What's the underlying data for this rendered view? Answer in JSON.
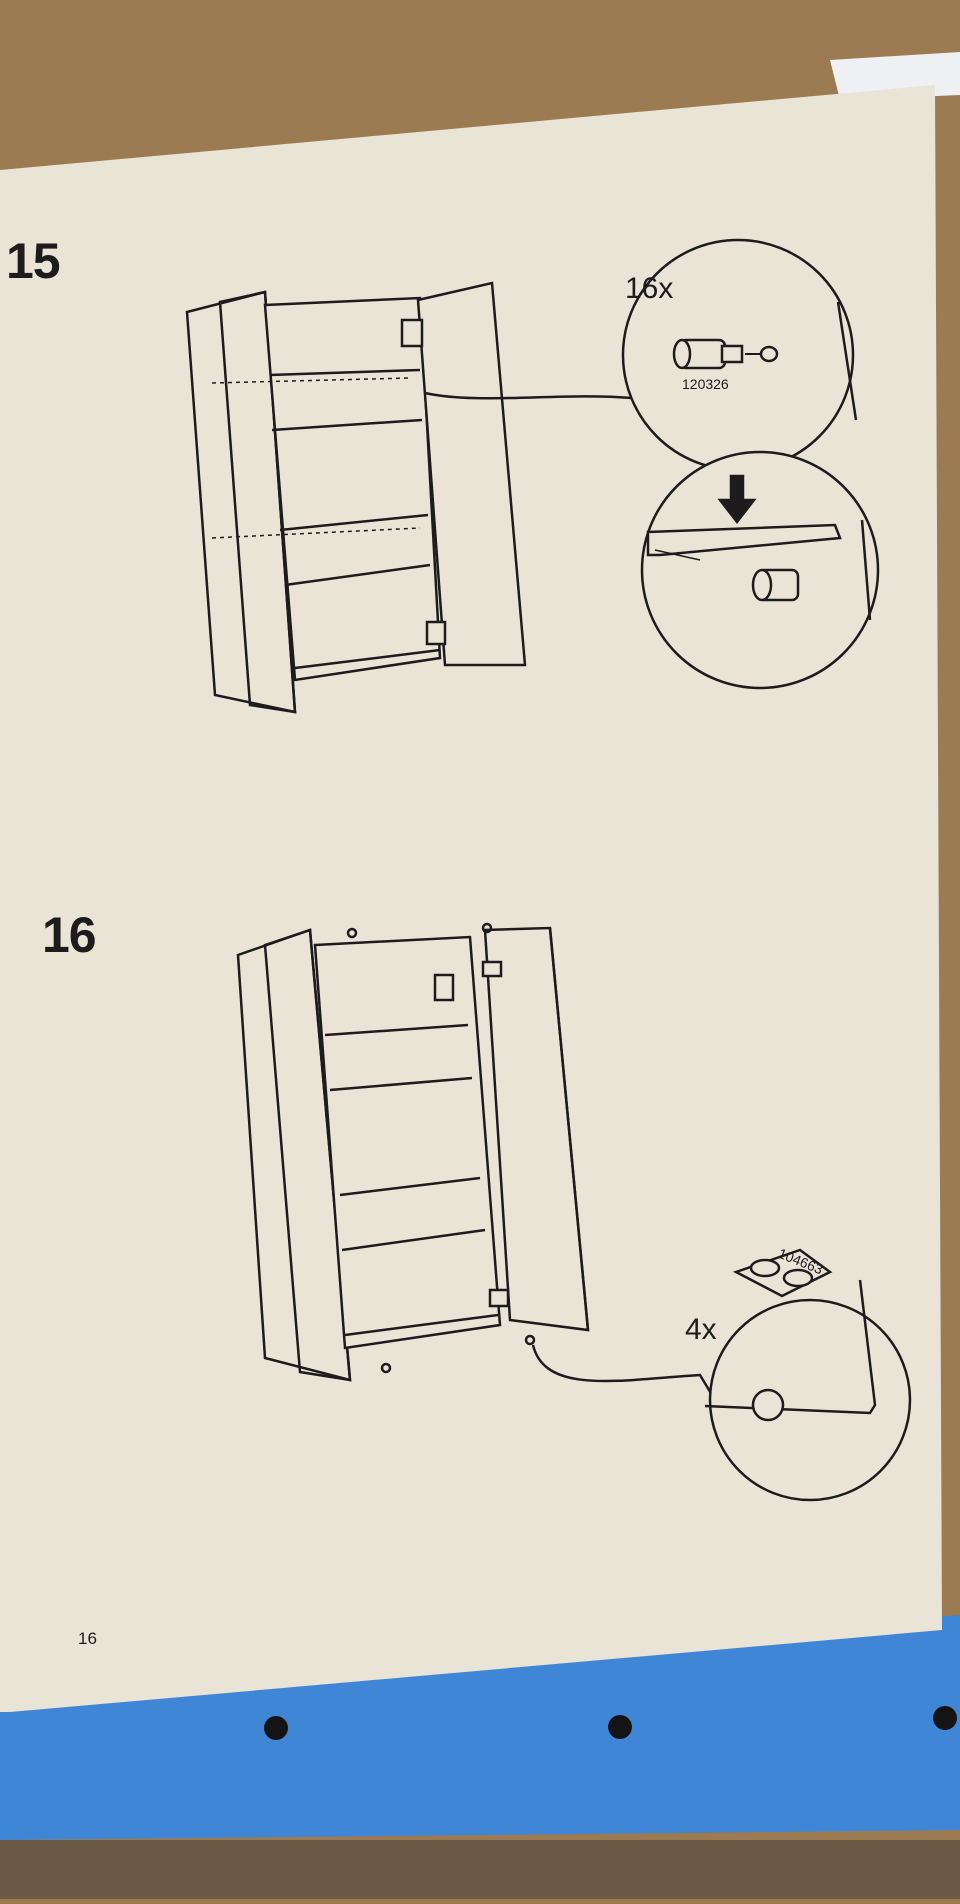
{
  "page_number": "16",
  "steps": [
    {
      "number": "15",
      "callout": {
        "quantity": "16x",
        "article_number": "120326"
      }
    },
    {
      "number": "16",
      "callout": {
        "quantity": "4x",
        "article_number": "104663"
      }
    }
  ],
  "colors": {
    "paper": "#e9e4d6",
    "ink": "#1c1c1c",
    "table_wood": "#9c7a52",
    "binder_blue": "#3f87d6"
  }
}
